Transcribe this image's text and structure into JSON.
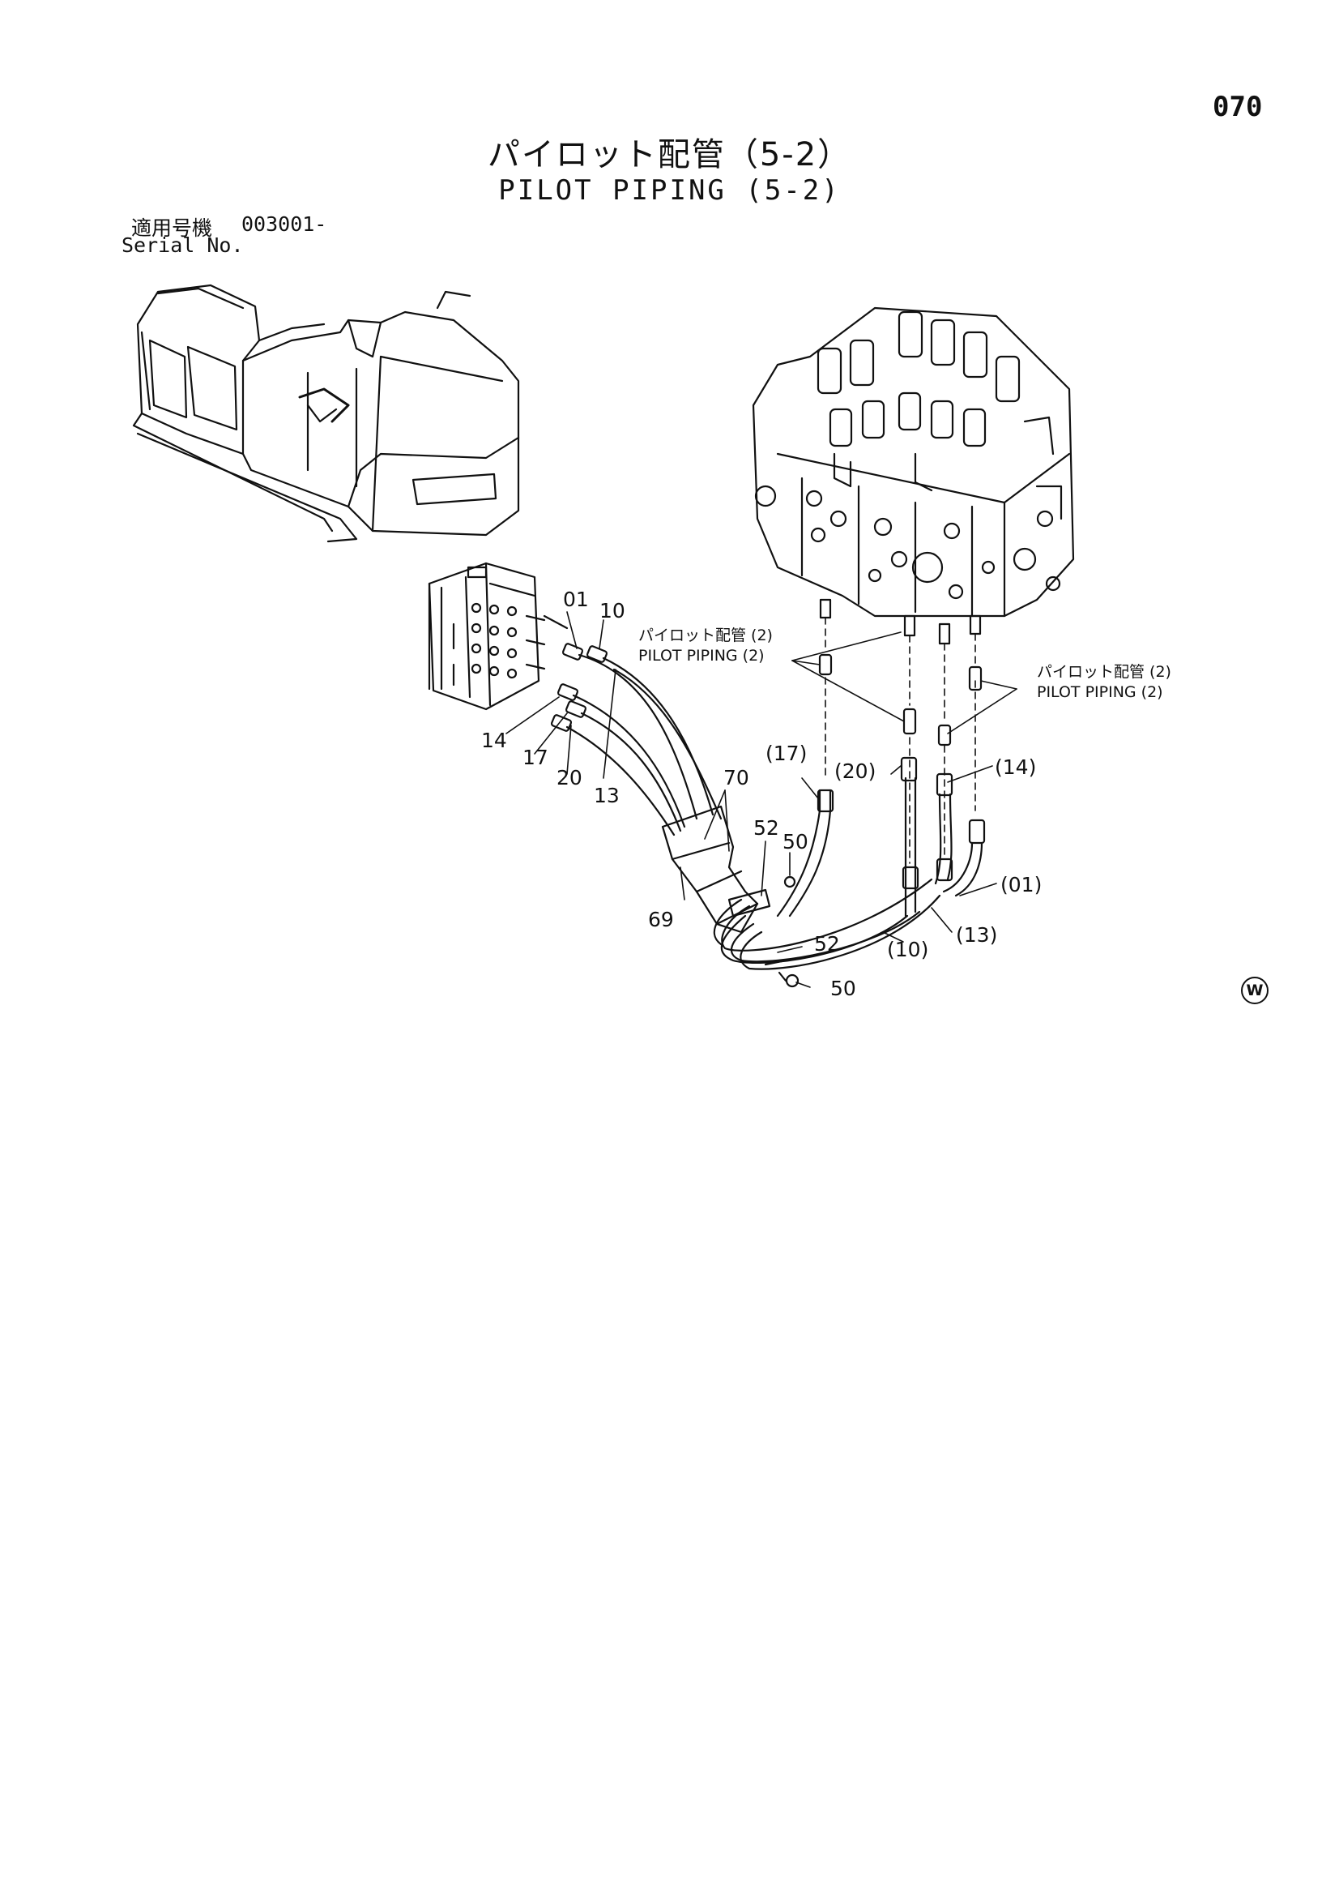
{
  "page_number": "070",
  "title_jp": "パイロット配管（5-2）",
  "title_en": "PILOT PIPING (5-2)",
  "serial": {
    "label_jp": "適用号機",
    "value": "003001-",
    "label_en": "Serial No."
  },
  "callouts": {
    "c01": "01",
    "c10": "10",
    "c14": "14",
    "c17": "17",
    "c20": "20",
    "c13": "13",
    "c70": "70",
    "c52a": "52",
    "c50a": "50",
    "c69": "69",
    "c52b": "52",
    "c50b": "50",
    "p17": "(17)",
    "p20": "(20)",
    "p14": "(14)",
    "p01": "(01)",
    "p13": "(13)",
    "p10": "(10)"
  },
  "notes": {
    "left_jp": "パイロット配管 (2)",
    "left_en": "PILOT PIPING (2)",
    "right_jp": "パイロット配管 (2)",
    "right_en": "PILOT PIPING (2)"
  },
  "mark": "W"
}
